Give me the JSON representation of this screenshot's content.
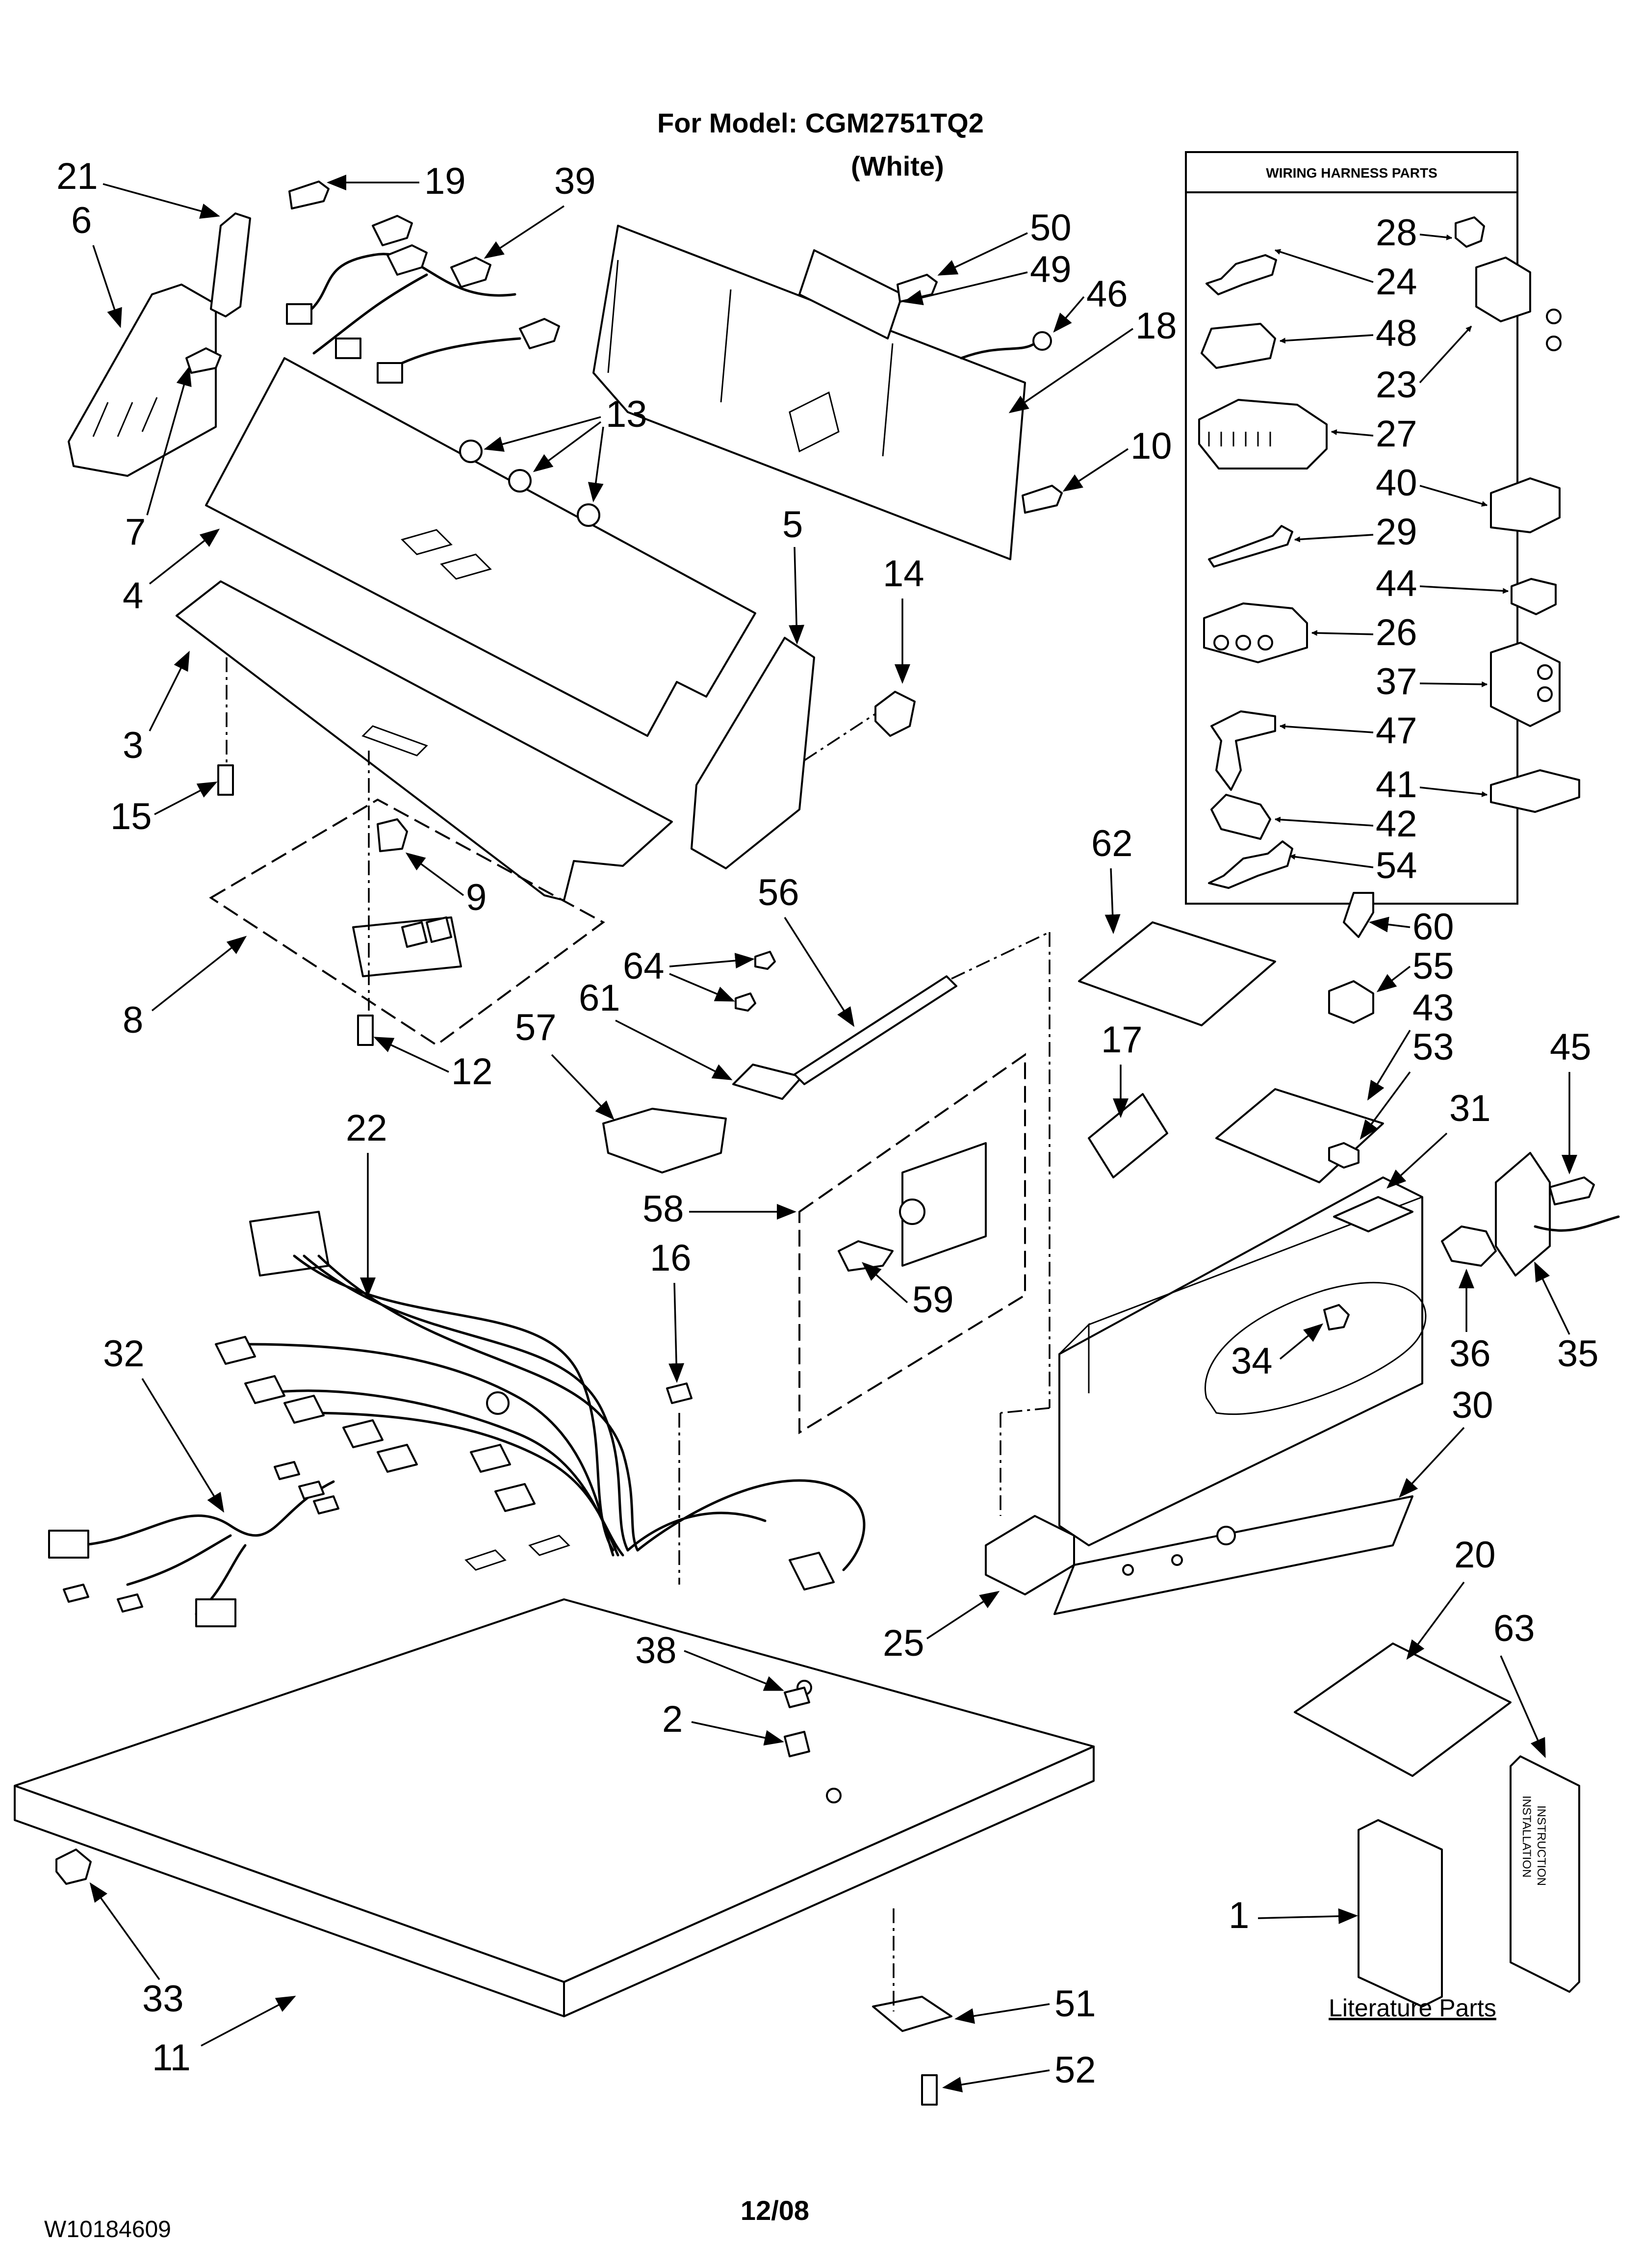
{
  "title": {
    "model_line": "For Model: CGM2751TQ2",
    "color": "(White)"
  },
  "harness_box": {
    "heading": "WIRING HARNESS PARTS",
    "labels": [
      "28",
      "24",
      "48",
      "23",
      "27",
      "40",
      "29",
      "44",
      "26",
      "37",
      "47",
      "41",
      "42",
      "54"
    ]
  },
  "callouts": [
    "1",
    "2",
    "3",
    "4",
    "5",
    "6",
    "7",
    "8",
    "9",
    "10",
    "11",
    "12",
    "13",
    "14",
    "15",
    "16",
    "17",
    "18",
    "19",
    "20",
    "21",
    "22",
    "25",
    "30",
    "31",
    "32",
    "33",
    "34",
    "35",
    "36",
    "38",
    "39",
    "43",
    "45",
    "46",
    "49",
    "50",
    "51",
    "52",
    "53",
    "55",
    "56",
    "57",
    "58",
    "59",
    "60",
    "61",
    "62",
    "63",
    "64"
  ],
  "manual_text": [
    "INSTALLATION",
    "INSTRUCTION"
  ],
  "literature_caption": "Literature Parts",
  "footer": {
    "doc_number": "W10184609",
    "date": "12/08"
  }
}
